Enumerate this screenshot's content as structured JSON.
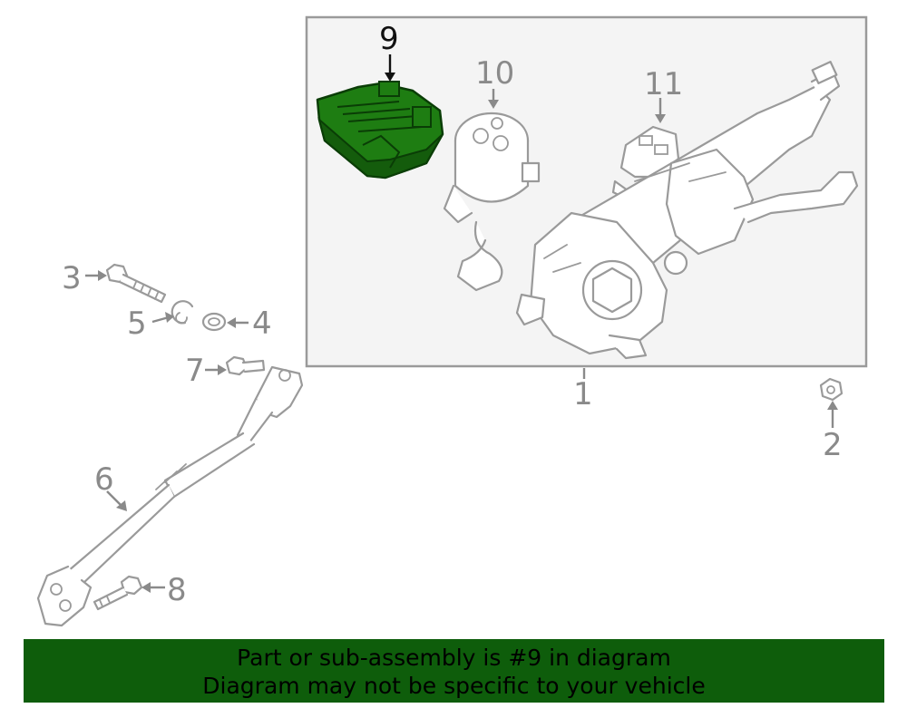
{
  "diagram": {
    "callouts": {
      "c1": "1",
      "c2": "2",
      "c3": "3",
      "c4": "4",
      "c5": "5",
      "c6": "6",
      "c7": "7",
      "c8": "8",
      "c9": "9",
      "c10": "10",
      "c11": "11"
    },
    "highlighted_part": "9",
    "colors": {
      "highlight_fill": "#1e7d12",
      "highlight_dark": "#0a3d06",
      "line": "#9a9a9a",
      "callout_text": "#8a8a8a",
      "box_fill": "#f4f4f4"
    }
  },
  "banner": {
    "line1": "Part or sub-assembly is #9 in diagram",
    "line2": "Diagram may not be specific to your vehicle",
    "background": "#0e5d0b"
  }
}
